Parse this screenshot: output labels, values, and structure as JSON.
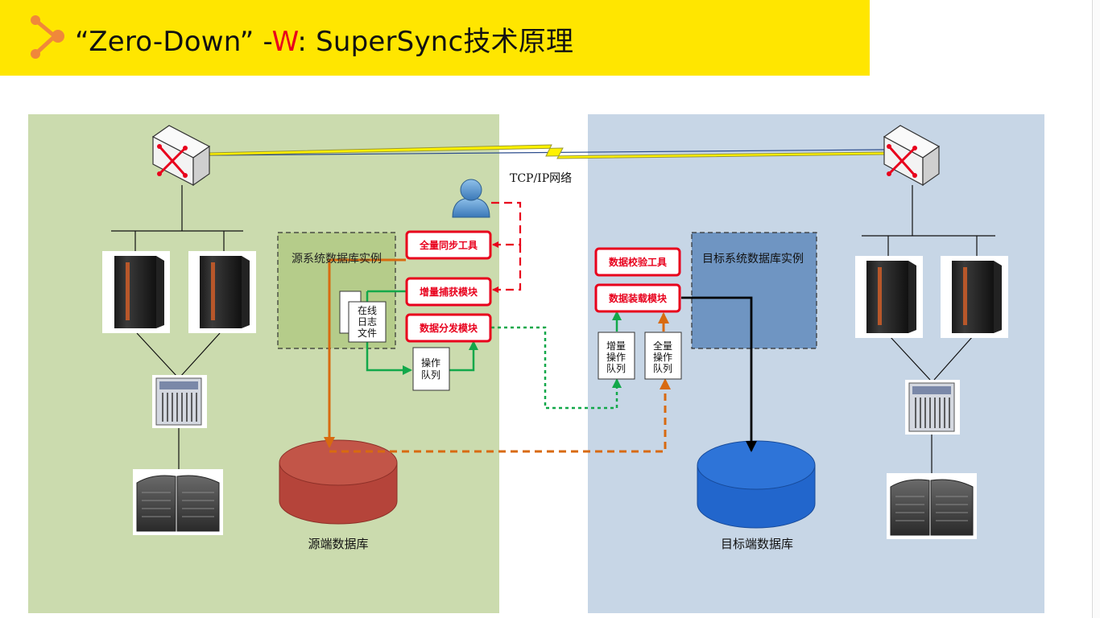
{
  "title": {
    "quote_open": "“",
    "main": "Zero-Down",
    "quote_close": "” -",
    "w": "W",
    "rest": ": SuperSync技术原理"
  },
  "colors": {
    "title_bg": "#FFE600",
    "accent_orange": "#F0883A",
    "source_bg": "#CBDBAE",
    "target_bg": "#C7D6E6",
    "red": "#E8001C",
    "green": "#12A84A",
    "orange_arrow": "#D86A10",
    "source_db": "#B5443A",
    "target_db": "#2266CC"
  },
  "icons": [
    "chevron-network-icon",
    "router-icon",
    "server-rack-icon",
    "storage-controller-icon",
    "disk-array-icon",
    "user-icon",
    "lightning-link-icon"
  ],
  "diagram": {
    "network_label": "TCP/IP网络",
    "source": {
      "instance_label": "源系统数据库实例",
      "db_label": "源端数据库",
      "log_file": [
        "在线",
        "日志",
        "文件"
      ],
      "op_queue": [
        "操作",
        "队列"
      ],
      "modules": [
        "全量同步工具",
        "增量捕获模块",
        "数据分发模块"
      ]
    },
    "target": {
      "instance_label": "目标系统数据库实例",
      "db_label": "目标端数据库",
      "modules": [
        "数据校验工具",
        "数据装载模块"
      ],
      "inc_queue": [
        "增量",
        "操作",
        "队列"
      ],
      "full_queue": [
        "全量",
        "操作",
        "队列"
      ]
    }
  }
}
